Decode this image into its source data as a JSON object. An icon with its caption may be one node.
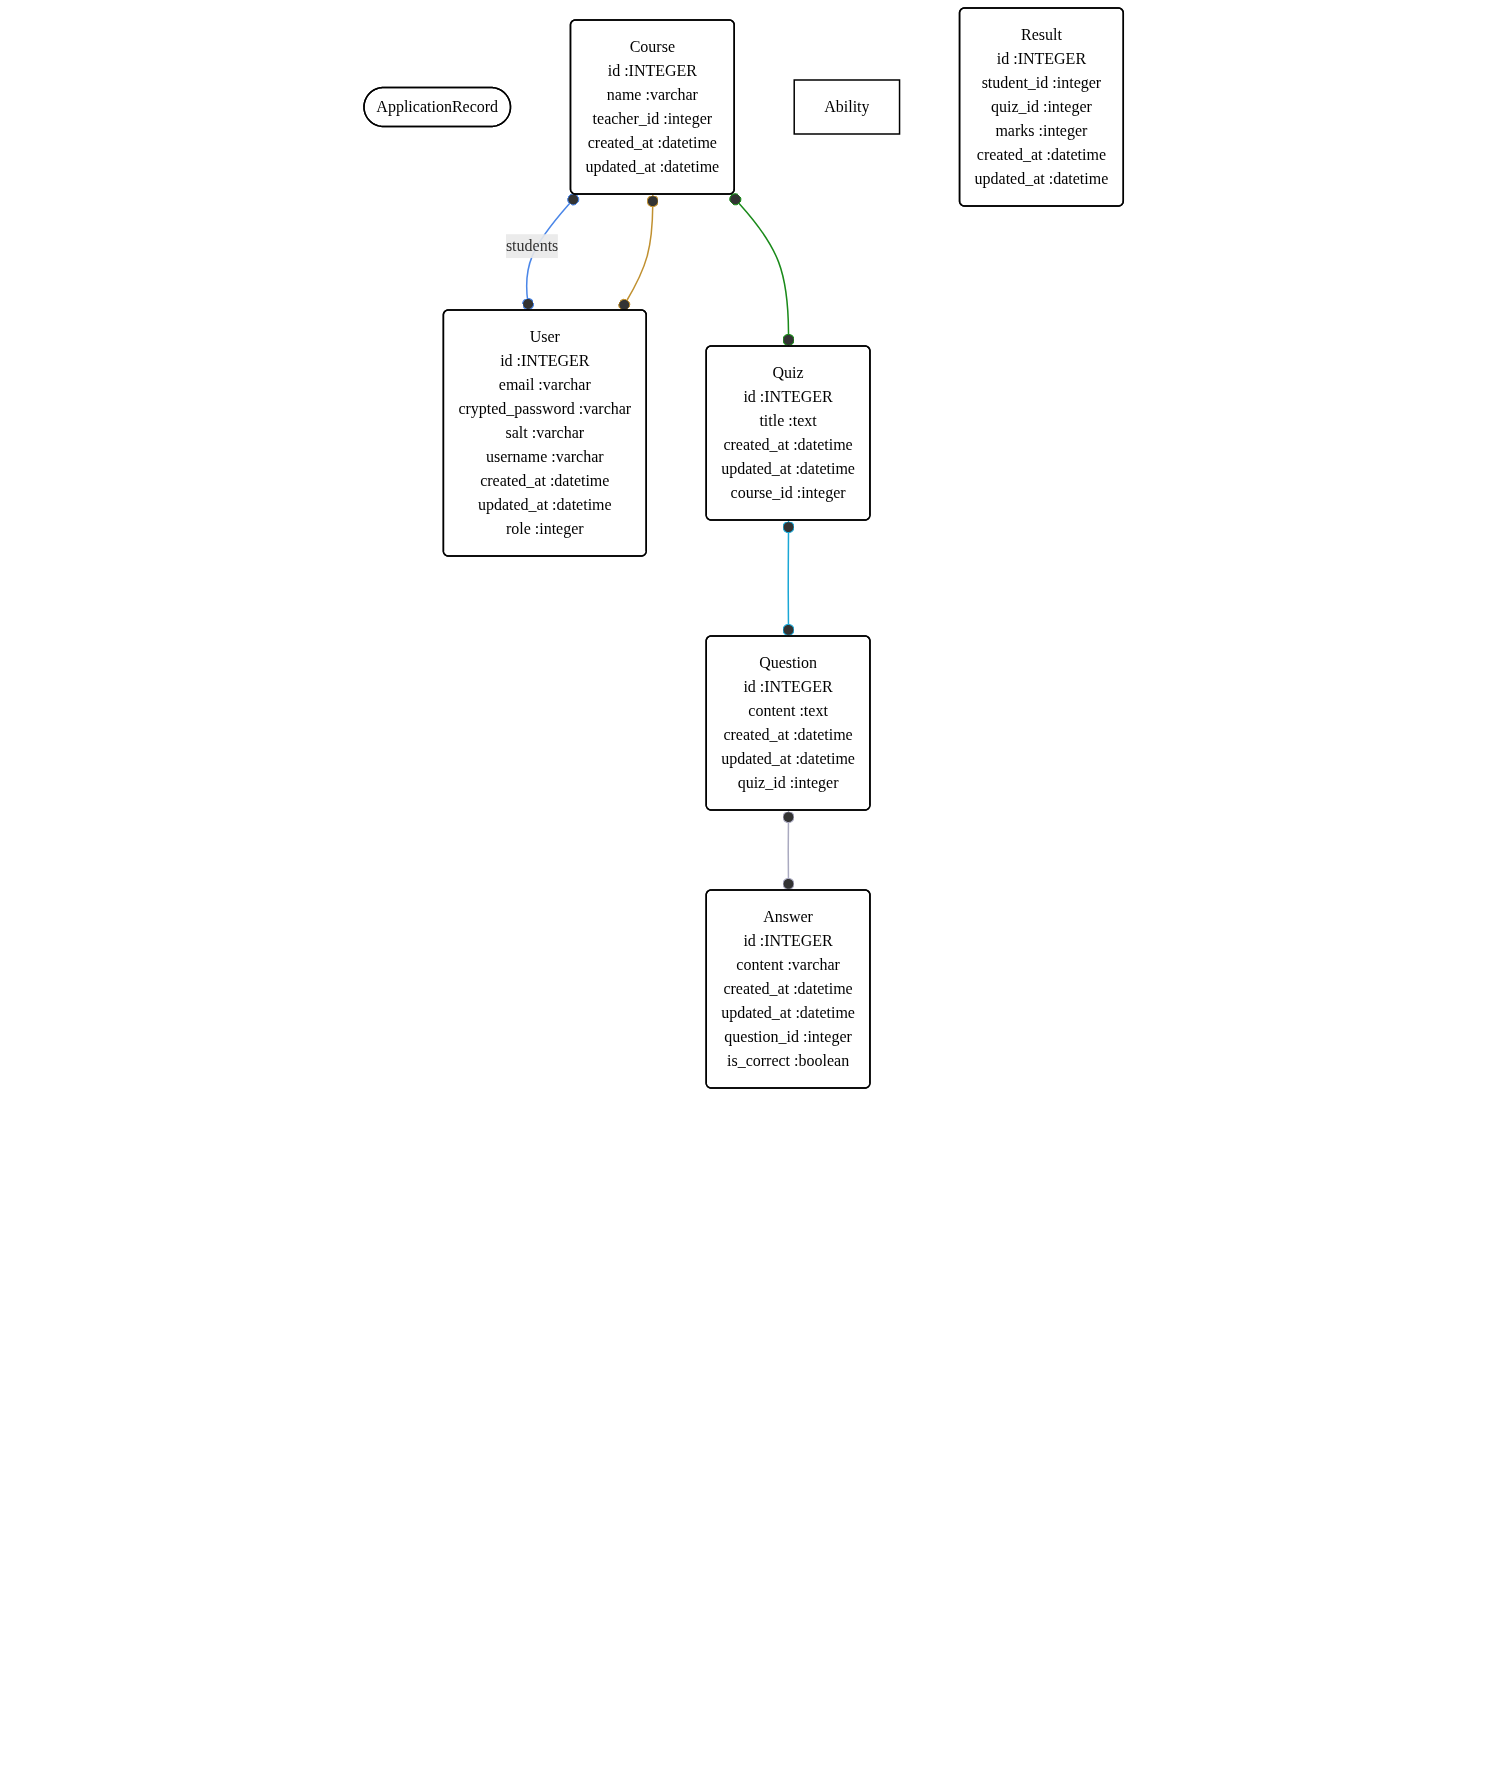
{
  "diagram": {
    "nodes": [
      {
        "text": [
          "ApplicationRecord"
        ]
      },
      {
        "text": [
          "Course",
          "id :INTEGER",
          "name :varchar",
          "teacher_id :integer",
          "created_at :datetime",
          "updated_at :datetime"
        ]
      },
      {
        "text": [
          "Ability"
        ]
      },
      {
        "text": [
          "Result",
          "id :INTEGER",
          "student_id :integer",
          "quiz_id :integer",
          "marks :integer",
          "created_at :datetime",
          "updated_at :datetime"
        ]
      },
      {
        "text": [
          "User",
          "id :INTEGER",
          "email :varchar",
          "crypted_password :varchar",
          "salt :varchar",
          "username :varchar",
          "created_at :datetime",
          "updated_at :datetime",
          "role :integer"
        ]
      },
      {
        "text": [
          "Quiz",
          "id :INTEGER",
          "title :text",
          "created_at :datetime",
          "updated_at :datetime",
          "course_id :integer"
        ]
      },
      {
        "text": [
          "Question",
          "id :INTEGER",
          "content :text",
          "created_at :datetime",
          "updated_at :datetime",
          "quiz_id :integer"
        ]
      },
      {
        "text": [
          "Answer",
          "id :INTEGER",
          "content :varchar",
          "created_at :datetime",
          "updated_at :datetime",
          "question_id :integer",
          "is_correct :boolean"
        ]
      }
    ],
    "edges": [
      {
        "from": 1,
        "to": 4,
        "arrow": "other",
        "label": "students",
        "color": "#4a86e8"
      },
      {
        "from": 1,
        "to": 4,
        "arrow": "other",
        "color": "#c09030"
      },
      {
        "from": 1,
        "to": 5,
        "arrow": "other",
        "color": "#1a8a1a"
      },
      {
        "from": 5,
        "to": 6,
        "arrow": "other",
        "color": "#1aa7d6"
      },
      {
        "from": 6,
        "to": 7,
        "arrow": "other",
        "color": "#aaaac0"
      }
    ]
  }
}
